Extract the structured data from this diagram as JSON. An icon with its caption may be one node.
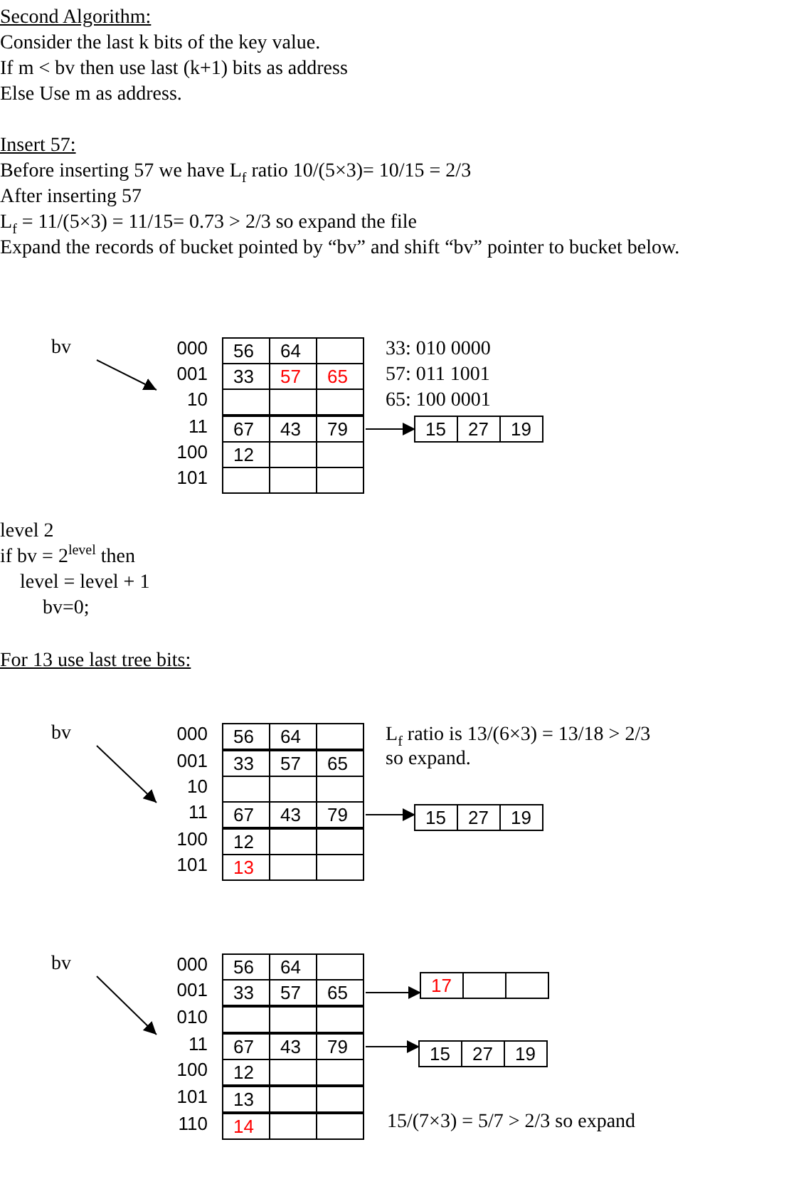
{
  "diagram": {
    "nodes": [
      {
        "text": [
          "bv"
        ]
      },
      {
        "text": [
          "56",
          "64"
        ],
        "beside": [
          "000"
        ]
      },
      {
        "text": [
          "33",
          "57",
          "65"
        ],
        "beside": [
          "001"
        ]
      },
      {
        "text": [],
        "shape": "box",
        "beside": [
          "10"
        ]
      },
      {
        "text": [
          "67",
          "43",
          "79"
        ],
        "beside": [
          "11"
        ]
      },
      {
        "text": [
          "12"
        ],
        "beside": [
          "100"
        ]
      },
      {
        "text": [],
        "shape": "box",
        "beside": [
          "101"
        ]
      },
      {
        "text": [
          "15",
          "27",
          "19"
        ]
      },
      {
        "text": [
          "bv"
        ]
      },
      {
        "text": [
          "56",
          "64"
        ],
        "beside": [
          "000"
        ]
      },
      {
        "text": [
          "33",
          "57",
          "65"
        ],
        "beside": [
          "001"
        ]
      },
      {
        "text": [],
        "shape": "box",
        "beside": [
          "10"
        ]
      },
      {
        "text": [
          "67",
          "43",
          "79"
        ],
        "beside": [
          "11"
        ]
      },
      {
        "text": [
          "12"
        ],
        "beside": [
          "100"
        ]
      },
      {
        "text": [
          "13"
        ],
        "beside": [
          "101"
        ]
      },
      {
        "text": [
          "15",
          "27",
          "19"
        ]
      },
      {
        "text": [
          "bv"
        ]
      },
      {
        "text": [
          "56",
          "64"
        ],
        "beside": [
          "000"
        ]
      },
      {
        "text": [
          "33",
          "57",
          "65"
        ],
        "beside": [
          "001"
        ]
      },
      {
        "text": [],
        "shape": "box",
        "beside": [
          "010"
        ]
      },
      {
        "text": [
          "67",
          "43",
          "79"
        ],
        "beside": [
          "11"
        ]
      },
      {
        "text": [
          "12"
        ],
        "beside": [
          "100"
        ]
      },
      {
        "text": [
          "13"
        ],
        "beside": [
          "101"
        ]
      },
      {
        "text": [
          "14"
        ],
        "beside": [
          "110"
        ]
      },
      {
        "text": [
          "17"
        ]
      },
      {
        "text": [
          "15",
          "27",
          "19"
        ]
      }
    ],
    "edges": [
      {
        "from": 0,
        "to": 3,
        "arrow": "to"
      },
      {
        "from": 4,
        "to": 7,
        "arrow": "to"
      },
      {
        "from": 8,
        "to": 12,
        "arrow": "to"
      },
      {
        "from": 12,
        "to": 15,
        "arrow": "to"
      },
      {
        "from": 16,
        "to": 20,
        "arrow": "to"
      },
      {
        "from": 18,
        "to": 24,
        "arrow": "to"
      },
      {
        "from": 20,
        "to": 25,
        "arrow": "to"
      }
    ],
    "labels": [
      "Second Algorithm:",
      "Consider the last k bits of the key value.",
      "If m < bv then use last (k+1) bits as address",
      "Else Use m as address.",
      "Insert 57:",
      "Before inserting 57 we have L$_{f}$ ratio 10/(5×3)= 10/15 = 2/3",
      "After inserting 57",
      "L$_{f}$ =  11/(5×3) = 11/15= 0.73 > 2/3 so expand the file",
      "Expand the records of bucket pointed by  “bv” and shift “bv” pointer to bucket  below.",
      "33: 010 0000",
      "57: 011 1001",
      "65: 100 0001",
      "level 2",
      "if bv = 2$^{level}$  then",
      "level = level + 1",
      "bv=0;",
      "For 13 use last tree bits:",
      "L$_{f}$ ratio is 13/(6×3) = 13/18 > 2/3 so expand.",
      "15/(7×3)  = 5/7 > 2/3  so expand"
    ]
  }
}
